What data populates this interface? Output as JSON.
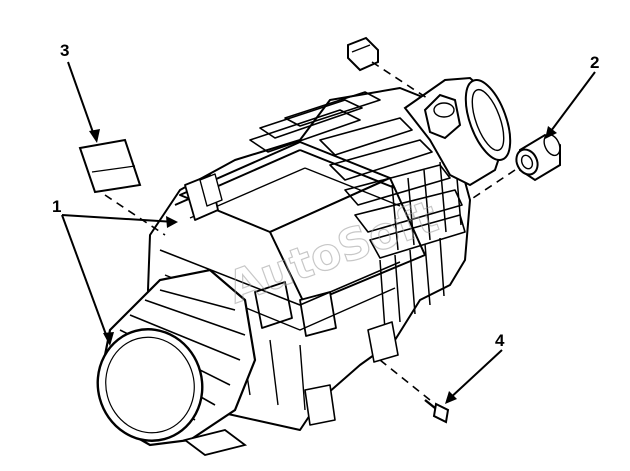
{
  "diagram": {
    "callouts": [
      {
        "id": "1",
        "label": "1"
      },
      {
        "id": "2",
        "label": "2"
      },
      {
        "id": "3",
        "label": "3"
      },
      {
        "id": "4",
        "label": "4"
      }
    ],
    "watermark": "AutoSoft",
    "colors": {
      "line": "#000000",
      "background": "#ffffff",
      "watermark": "#9a9a9a"
    }
  }
}
